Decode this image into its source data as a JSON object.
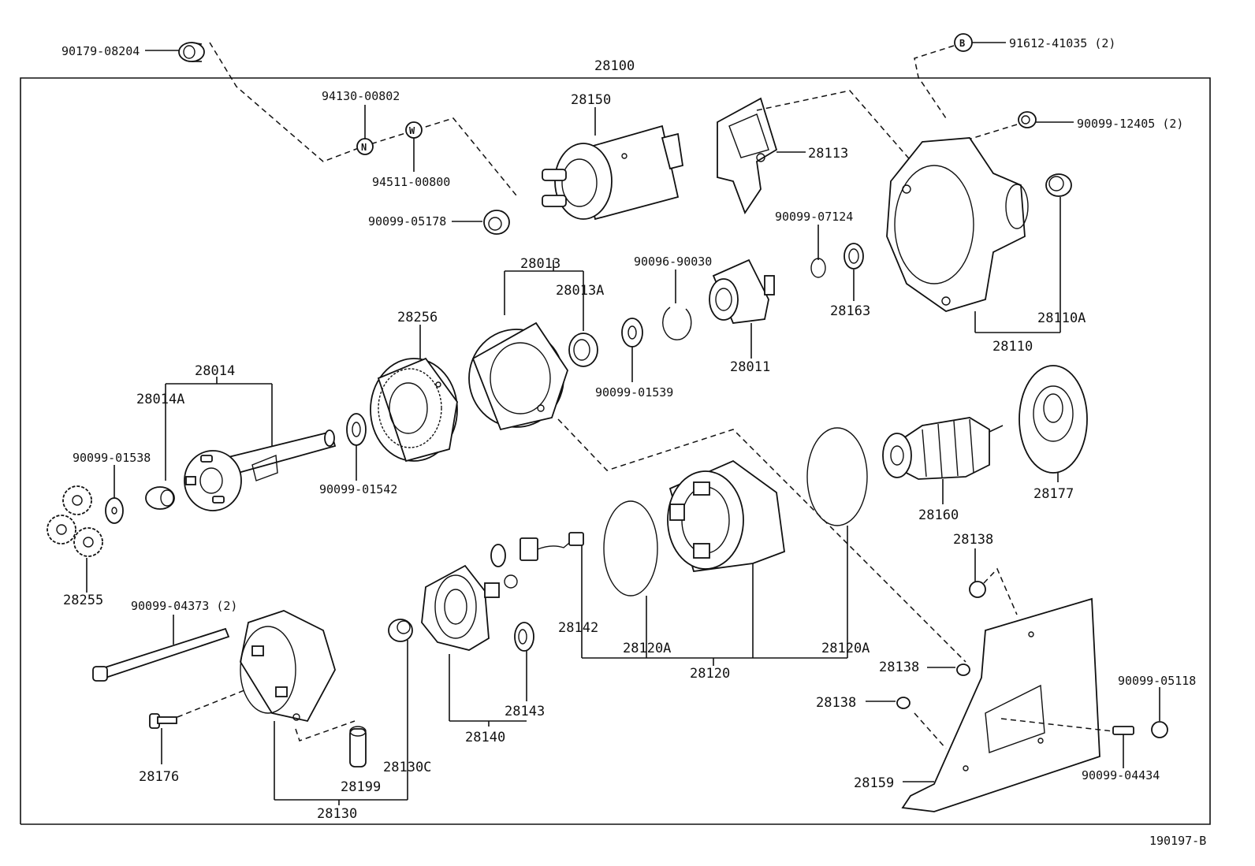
{
  "labels": {
    "l_90179_08204": "90179-08204",
    "l_28100": "28100",
    "l_91612_41035": "91612-41035 (2)",
    "l_B": "B",
    "l_94130_00802": "94130-00802",
    "l_N": "N",
    "l_W": "W",
    "l_94511_00800": "94511-00800",
    "l_28150": "28150",
    "l_28113": "28113",
    "l_90099_12405": "90099-12405 (2)",
    "l_90099_05178": "90099-05178",
    "l_90099_07124": "90099-07124",
    "l_28013": "28013",
    "l_28013A": "28013A",
    "l_90096_90030": "90096-90030",
    "l_28163": "28163",
    "l_28110A": "28110A",
    "l_28110": "28110",
    "l_28256": "28256",
    "l_28011": "28011",
    "l_90099_01539": "90099-01539",
    "l_28014": "28014",
    "l_28014A": "28014A",
    "l_90099_01538": "90099-01538",
    "l_90099_01542": "90099-01542",
    "l_28177": "28177",
    "l_28160": "28160",
    "l_28138_a": "28138",
    "l_28255": "28255",
    "l_90099_04373": "90099-04373 (2)",
    "l_28142": "28142",
    "l_28120A_a": "28120A",
    "l_28120A_b": "28120A",
    "l_28120": "28120",
    "l_28138_b": "28138",
    "l_28138_c": "28138",
    "l_90099_05118": "90099-05118",
    "l_28143": "28143",
    "l_28140": "28140",
    "l_28176": "28176",
    "l_28199": "28199",
    "l_28130C": "28130C",
    "l_28130": "28130",
    "l_28159": "28159",
    "l_90099_04434": "90099-04434",
    "l_190197_B": "190197-B"
  }
}
